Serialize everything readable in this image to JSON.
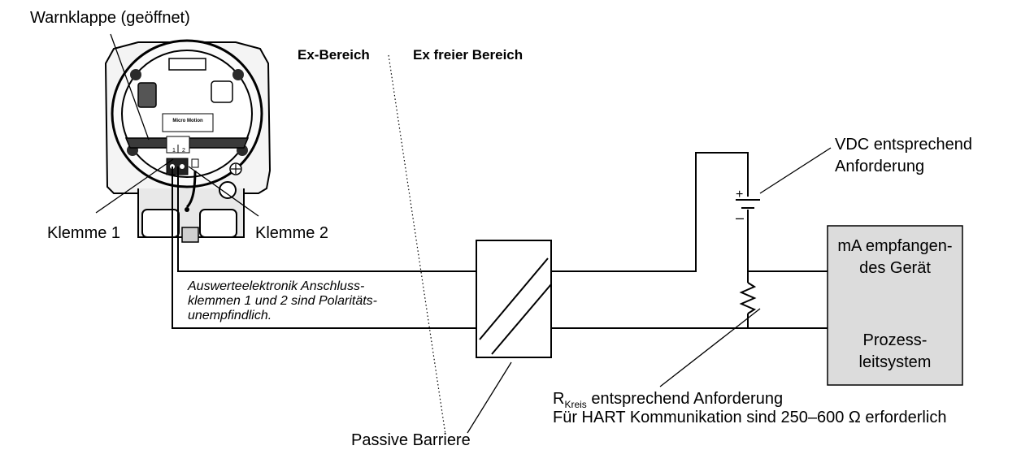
{
  "labels": {
    "warnklappe": "Warnklappe (geöffnet)",
    "ex_bereich": "Ex-Bereich",
    "ex_freier_bereich": "Ex freier Bereich",
    "klemme1": "Klemme 1",
    "klemme2": "Klemme 2",
    "note_line1": "Auswerteelektronik Anschluss-",
    "note_line2": "klemmen 1 und 2 sind Polaritäts-",
    "note_line3": "unempfindlich.",
    "passive_barriere": "Passive Barriere",
    "vdc_line1": "VDC entsprechend",
    "vdc_line2": "Anforderung",
    "plus": "+",
    "minus": "–",
    "receiver_line1": "mA empfangen-",
    "receiver_line2": "des Gerät",
    "receiver_line3": "Prozess-",
    "receiver_line4": "leitsystem",
    "r_main": "R",
    "r_sub": "Kreis",
    "r_line1_rest": " entsprechend Anforderung",
    "r_line2": "Für HART Kommunikation sind 250–600 Ω erforderlich"
  },
  "device": {
    "brand": "Micro Motion",
    "terminal1": "1",
    "terminal2": "2"
  },
  "colors": {
    "receiver_fill": "#dcdcdc",
    "line": "#000000",
    "device_dark": "#2b2b2b"
  }
}
